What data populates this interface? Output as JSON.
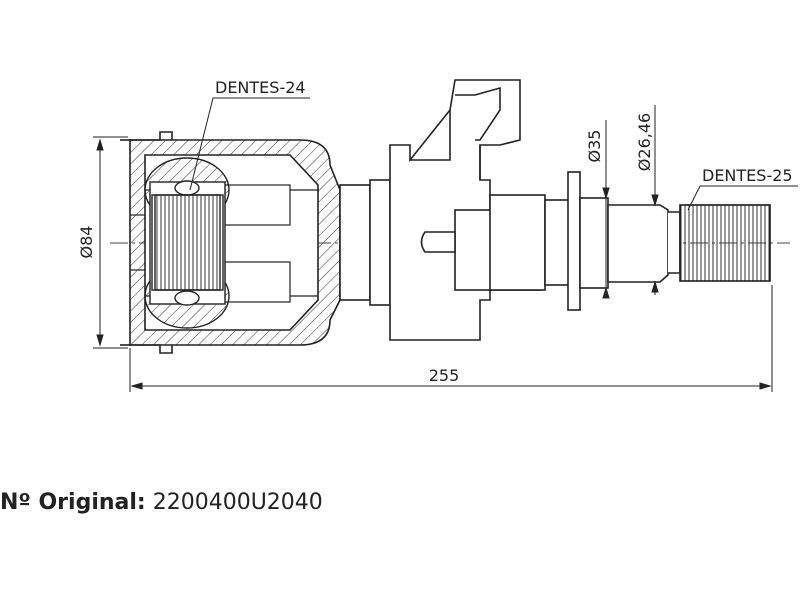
{
  "drawing": {
    "labels": {
      "teeth_inner": "DENTES-24",
      "teeth_outer": "DENTES-25",
      "diameter_84": "Ø84",
      "diameter_35": "Ø35",
      "diameter_26": "Ø26,46",
      "length": "255"
    }
  },
  "caption": {
    "label": "Nº Original:",
    "value": "2200400U2040"
  }
}
